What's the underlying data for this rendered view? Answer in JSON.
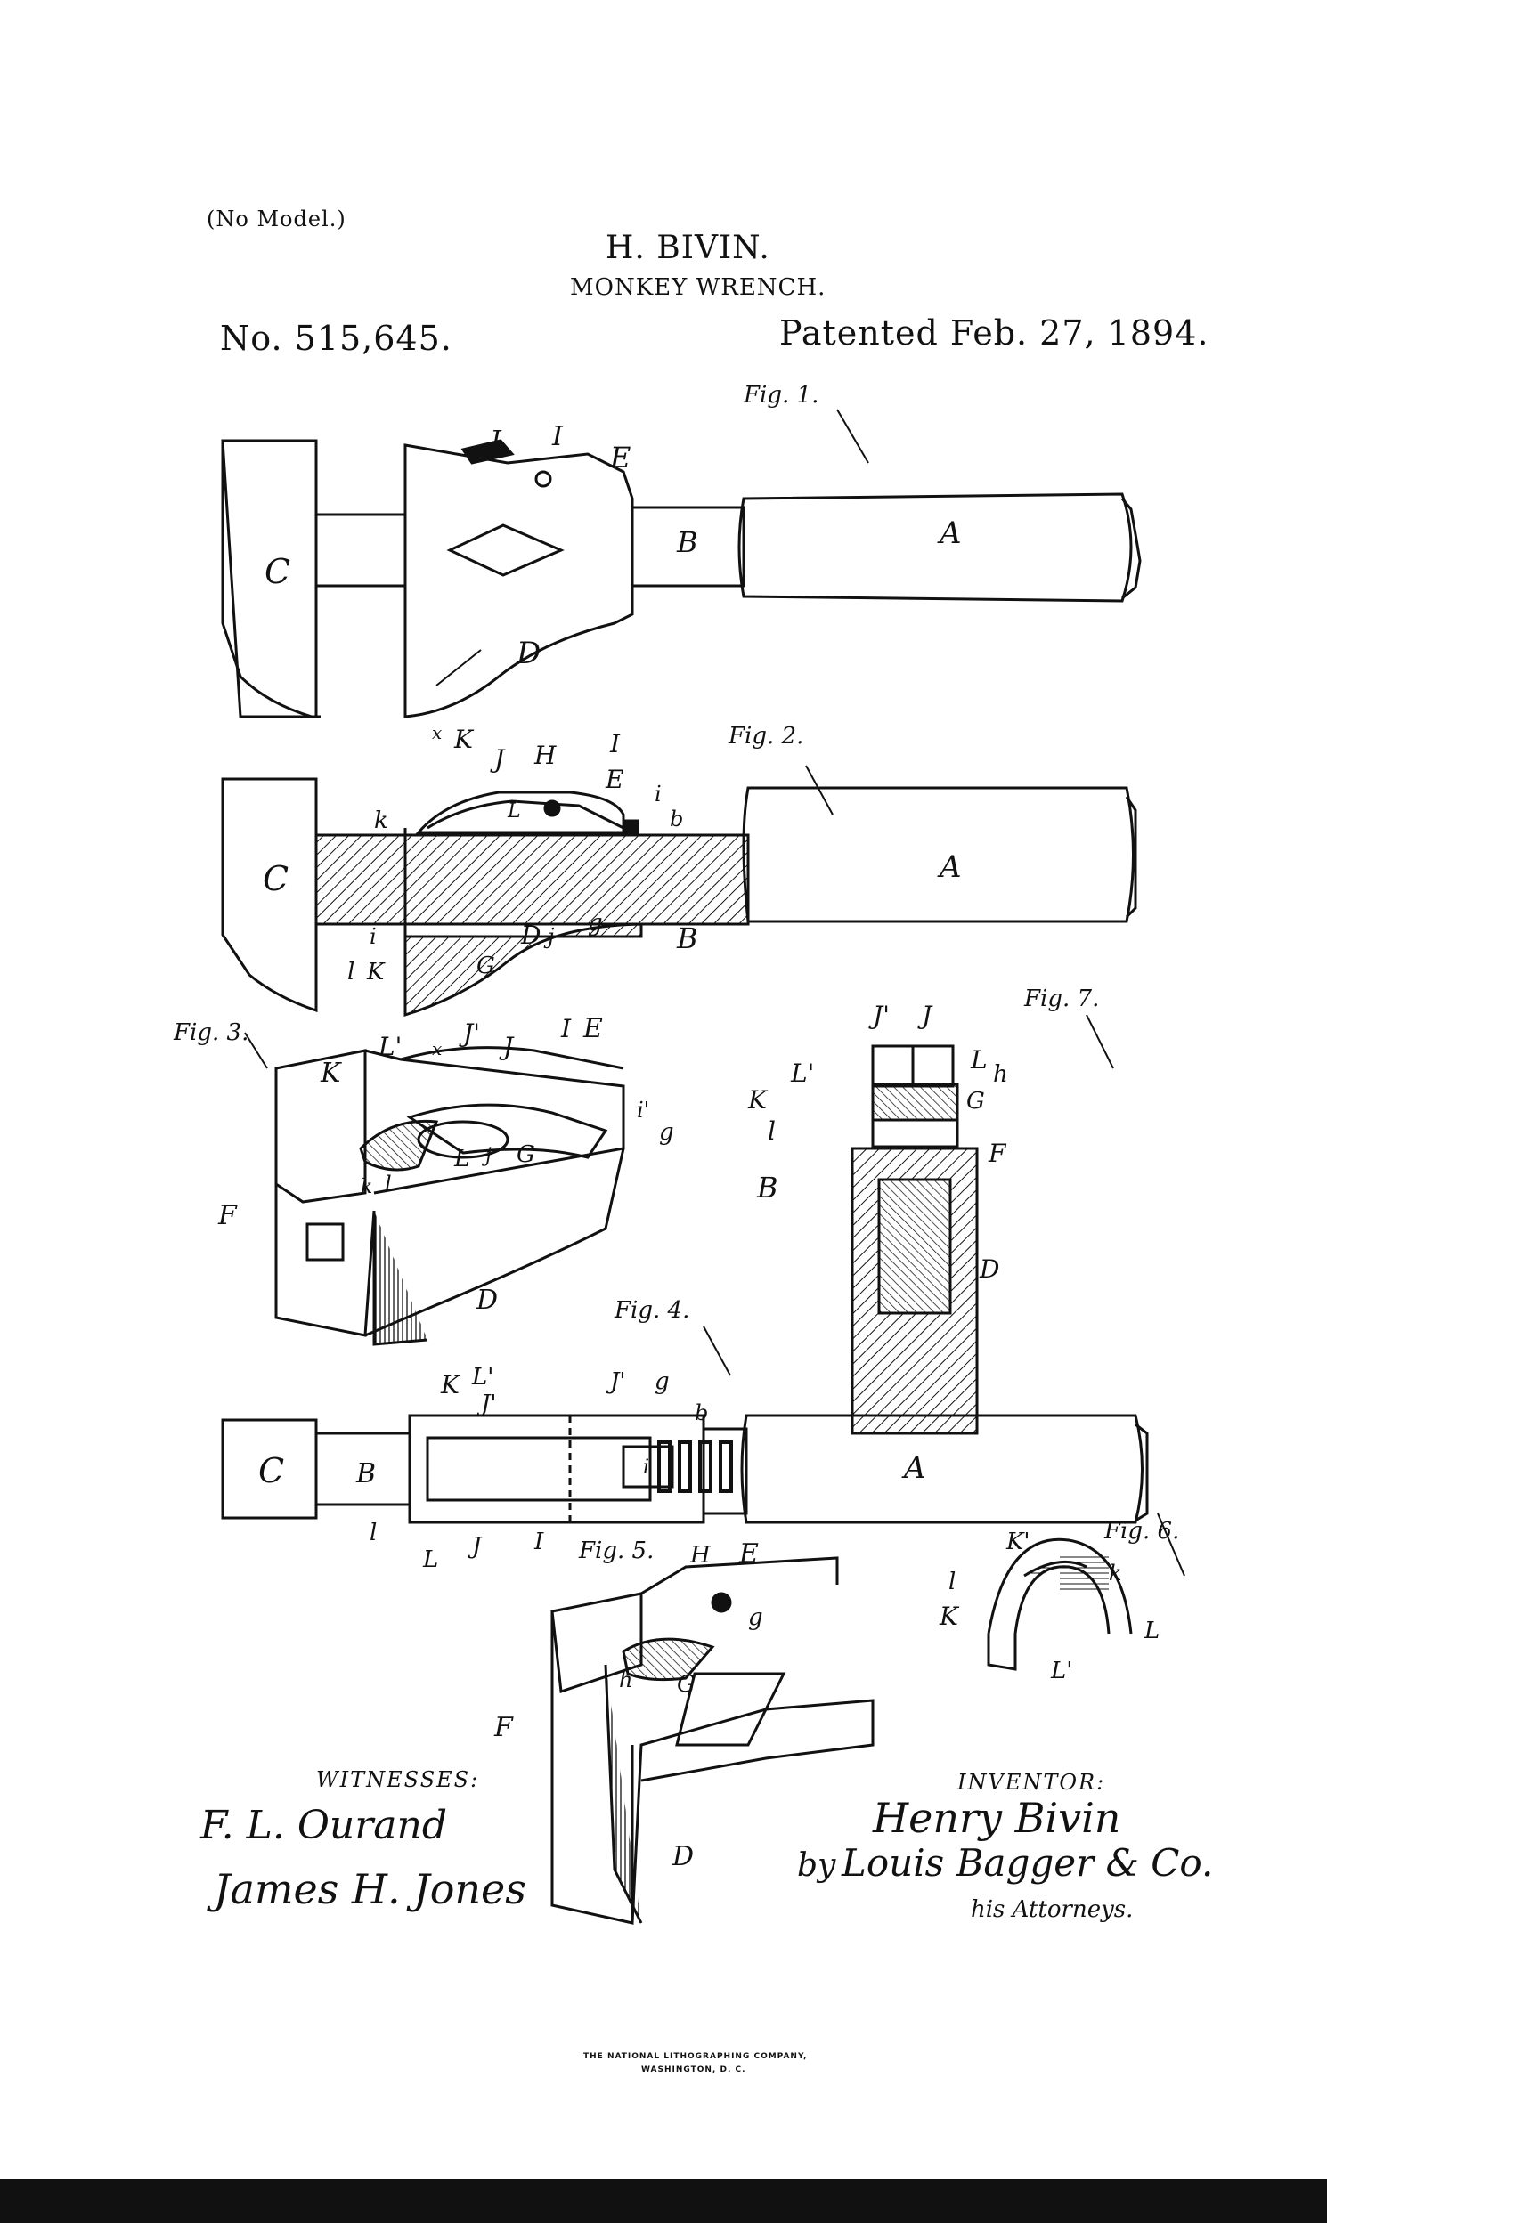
{
  "header": {
    "model_note": "(No Model.)",
    "inventor": "H. BIVIN.",
    "title": "MONKEY WRENCH.",
    "patent_no": "No. 515,645.",
    "patented": "Patented Feb. 27, 1894."
  },
  "figures": {
    "fig1": "Fig. 1.",
    "fig2": "Fig. 2.",
    "fig3": "Fig. 3.",
    "fig4": "Fig. 4.",
    "fig5": "Fig. 5.",
    "fig6": "Fig. 6.",
    "fig7": "Fig. 7."
  },
  "labels": {
    "A": "A",
    "B": "B",
    "C": "C",
    "D": "D",
    "E": "E",
    "F": "F",
    "G": "G",
    "H": "H",
    "I": "I",
    "J": "J",
    "J1": "J'",
    "K": "K",
    "K1": "K'",
    "L": "L",
    "L1": "L'",
    "b": "b",
    "g": "g",
    "h": "h",
    "i": "i",
    "i1": "i'",
    "j": "j",
    "k": "k",
    "l": "l",
    "x": "x"
  },
  "signatures": {
    "witnesses_heading": "WITNESSES:",
    "witness_1": "F. L. Ourand",
    "witness_2": "James H. Jones",
    "inventor_heading": "INVENTOR:",
    "inventor_name": "Henry Bivin",
    "by": "by",
    "attorney": "Louis Bagger & Co.",
    "attorneys_note": "his Attorneys."
  },
  "footer": {
    "line1": "THE NATIONAL LITHOGRAPHING COMPANY,",
    "line2": "WASHINGTON, D. C."
  },
  "colors": {
    "ink": "#111111",
    "paper": "#ffffff"
  }
}
